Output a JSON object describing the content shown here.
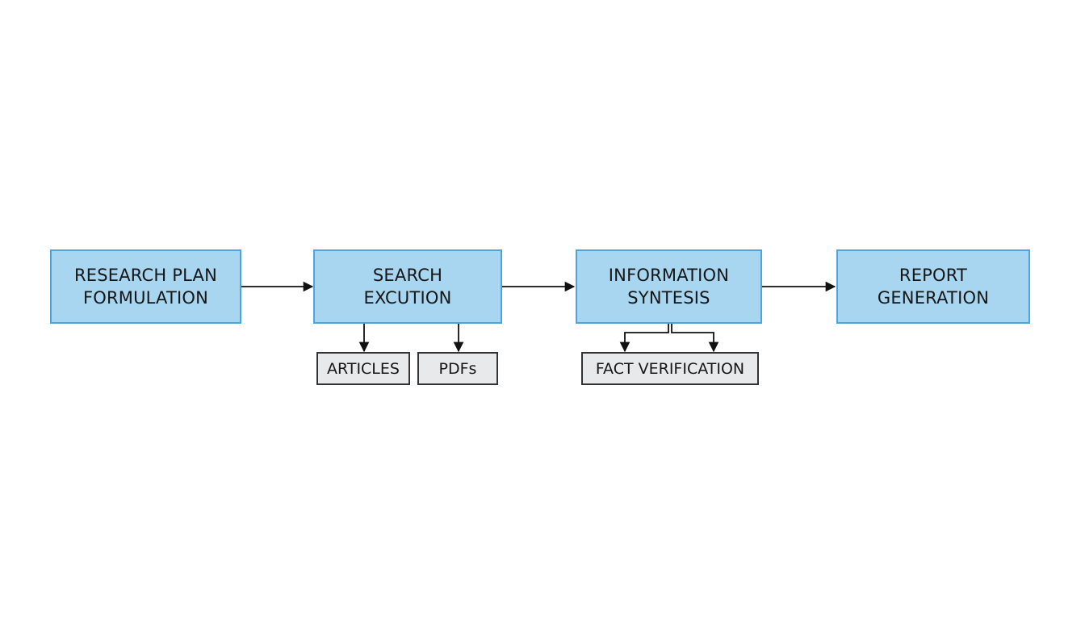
{
  "diagram": {
    "stages": [
      {
        "id": "research-plan",
        "lines": [
          "RESEARCH PLAN",
          "FORMULATION"
        ]
      },
      {
        "id": "search-execution",
        "lines": [
          "SEARCH",
          "EXCUTION"
        ]
      },
      {
        "id": "information-synthesis",
        "lines": [
          "INFORMATION",
          "SYNTESIS"
        ]
      },
      {
        "id": "report-generation",
        "lines": [
          "REPORT",
          "GENERATION"
        ]
      }
    ],
    "outputs": [
      {
        "id": "articles",
        "label": "ARTICLES",
        "from": "search-execution"
      },
      {
        "id": "pdfs",
        "label": "PDFs",
        "from": "search-execution"
      },
      {
        "id": "fact-verification",
        "label": "FACT VERIFICATION",
        "from": "information-synthesis"
      }
    ],
    "colors": {
      "stage_fill": "#a8d5f0",
      "stage_border": "#4ea3d9",
      "output_fill": "#e8e9ea",
      "output_border": "#333333",
      "arrow": "#111111"
    }
  }
}
